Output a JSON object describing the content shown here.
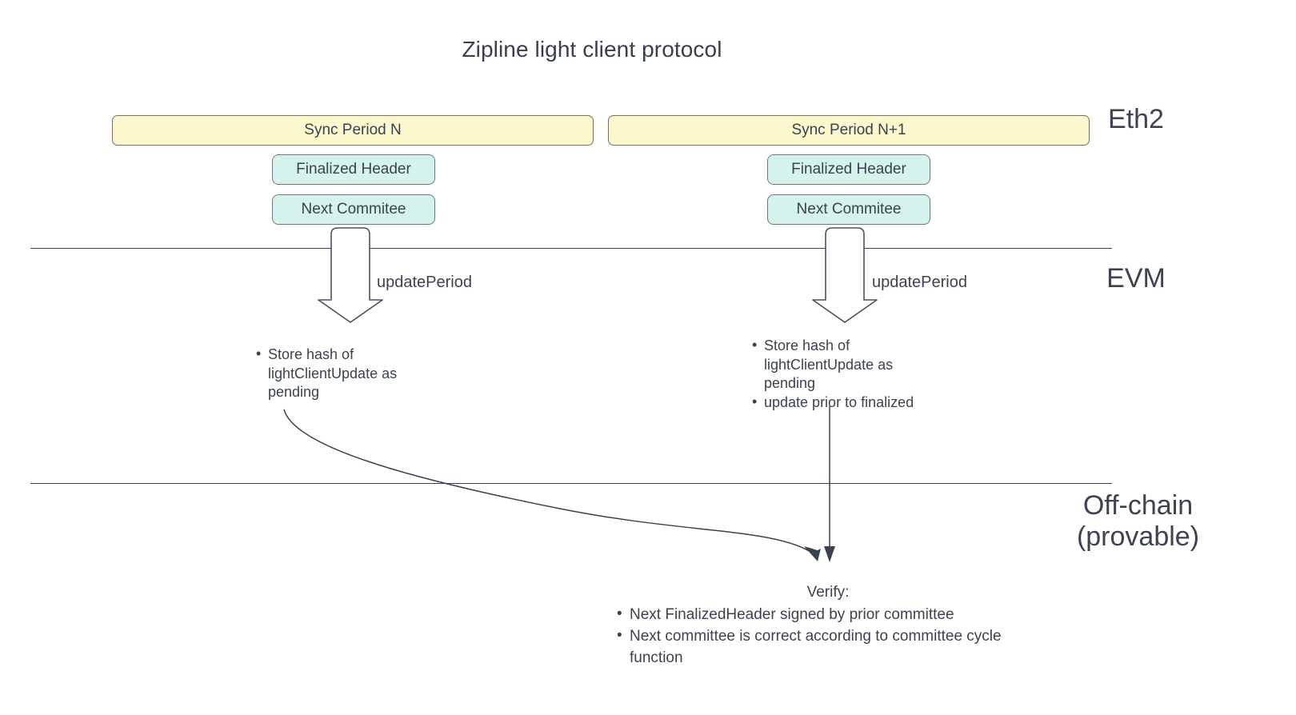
{
  "title": "Zipline light client protocol",
  "lanes": [
    {
      "id": "eth2",
      "label": "Eth2"
    },
    {
      "id": "evm",
      "label": "EVM"
    },
    {
      "id": "offchain",
      "label": "Off-chain\n(provable)"
    }
  ],
  "periods": [
    {
      "id": "n",
      "header": "Sync Period N",
      "boxes": [
        {
          "id": "finalized-header",
          "label": "Finalized Header"
        },
        {
          "id": "next-commitee",
          "label": "Next Commitee"
        }
      ],
      "edge_label": "updatePeriod",
      "evm_actions": [
        "Store hash of lightClientUpdate as pending"
      ]
    },
    {
      "id": "n1",
      "header": "Sync Period N+1",
      "boxes": [
        {
          "id": "finalized-header",
          "label": "Finalized Header"
        },
        {
          "id": "next-commitee",
          "label": "Next Commitee"
        }
      ],
      "edge_label": "updatePeriod",
      "evm_actions": [
        "Store hash of lightClientUpdate as pending",
        "update prior to finalized"
      ]
    }
  ],
  "verify": {
    "heading": "Verify:",
    "items": [
      "Next FinalizedHeader signed by prior committee",
      "Next committee is correct according to committee cycle function"
    ]
  },
  "colors": {
    "sync_period_fill": "#fbf8cd",
    "sync_period_stroke": "#767054",
    "sub_box_fill": "#d5f3ec",
    "sub_box_stroke": "#6c7b79",
    "text": "#3b4250",
    "line": "#3b4250",
    "background": "#ffffff"
  }
}
